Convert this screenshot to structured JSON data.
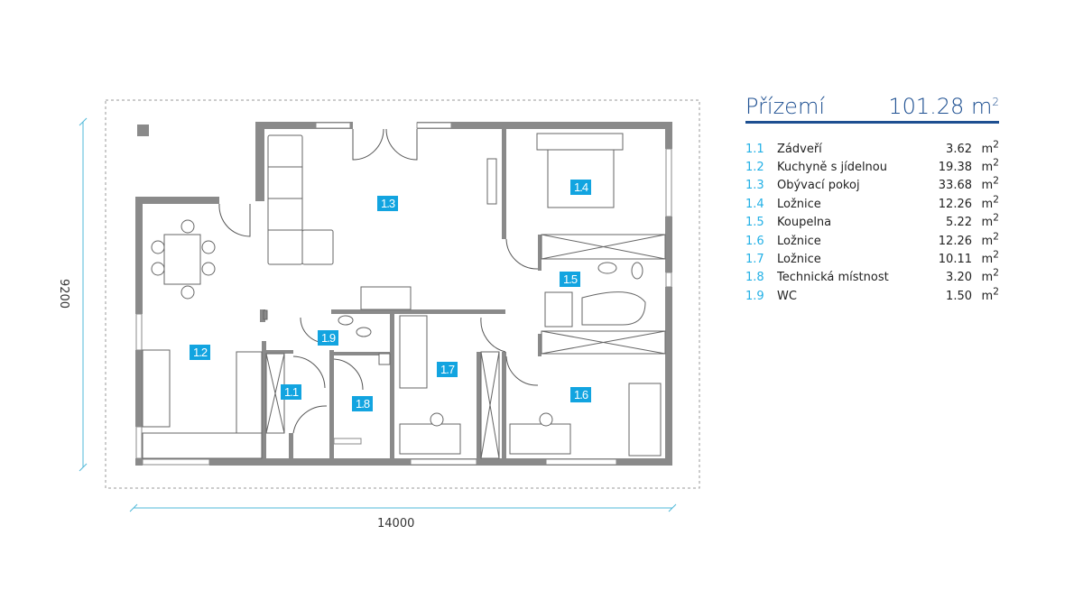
{
  "legend": {
    "title": "Přízemí",
    "total_area": "101.28",
    "unit": "m",
    "unit_sup": "2",
    "rooms": [
      {
        "num": "1.1",
        "name": "Zádveří",
        "area": "3.62"
      },
      {
        "num": "1.2",
        "name": "Kuchyně s jídelnou",
        "area": "19.38"
      },
      {
        "num": "1.3",
        "name": "Obývací pokoj",
        "area": "33.68"
      },
      {
        "num": "1.4",
        "name": "Ložnice",
        "area": "12.26"
      },
      {
        "num": "1.5",
        "name": "Koupelna",
        "area": "5.22"
      },
      {
        "num": "1.6",
        "name": "Ložnice",
        "area": "12.26"
      },
      {
        "num": "1.7",
        "name": "Ložnice",
        "area": "10.11"
      },
      {
        "num": "1.8",
        "name": "Technická místnost",
        "area": "3.20"
      },
      {
        "num": "1.9",
        "name": "WC",
        "area": "1.50"
      }
    ]
  },
  "dimensions": {
    "width": "14000",
    "height": "9200"
  },
  "colors": {
    "label_bg": "#12a4e0",
    "wall": "#8a8a8a",
    "title": "#1d4f91",
    "dimension": "#4fb8d8"
  }
}
